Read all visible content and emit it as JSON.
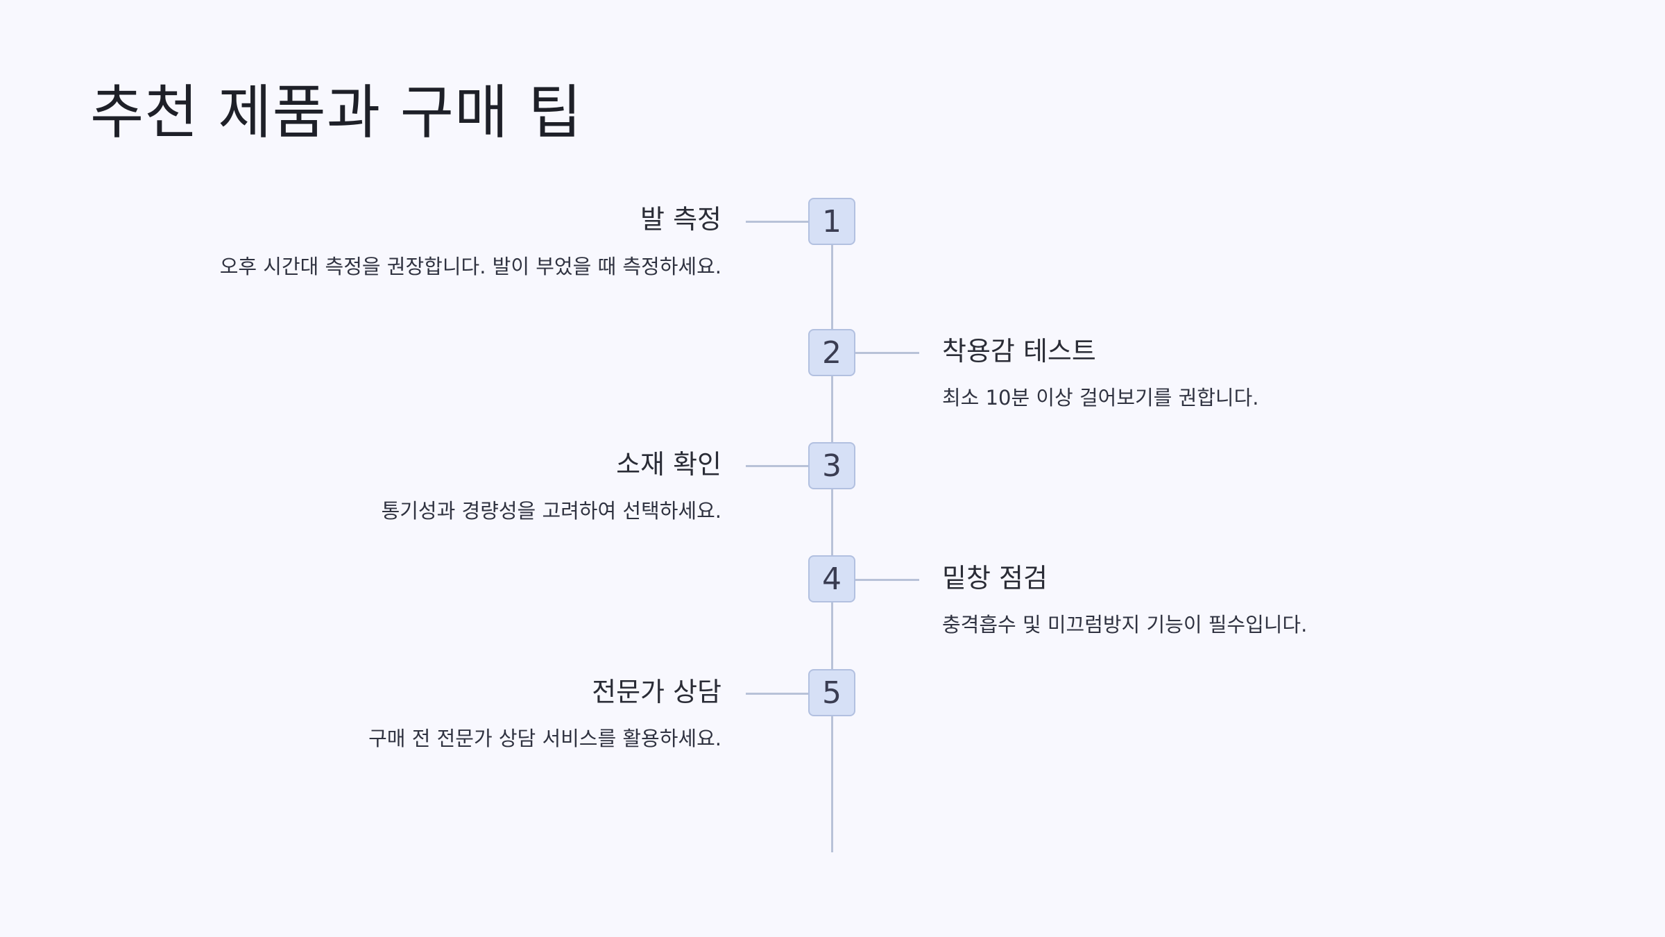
{
  "title": "추천 제품과 구매 팁",
  "steps": [
    {
      "number": "1",
      "title": "발 측정",
      "description": "오후 시간대 측정을 권장합니다. 발이 부었을 때 측정하세요."
    },
    {
      "number": "2",
      "title": "착용감 테스트",
      "description": "최소 10분 이상 걸어보기를 권합니다."
    },
    {
      "number": "3",
      "title": "소재 확인",
      "description": "통기성과 경량성을 고려하여 선택하세요."
    },
    {
      "number": "4",
      "title": "밑창 점검",
      "description": "충격흡수 및 미끄럼방지 기능이 필수입니다."
    },
    {
      "number": "5",
      "title": "전문가 상담",
      "description": "구매 전 전문가 상담 서비스를 활용하세요."
    }
  ]
}
